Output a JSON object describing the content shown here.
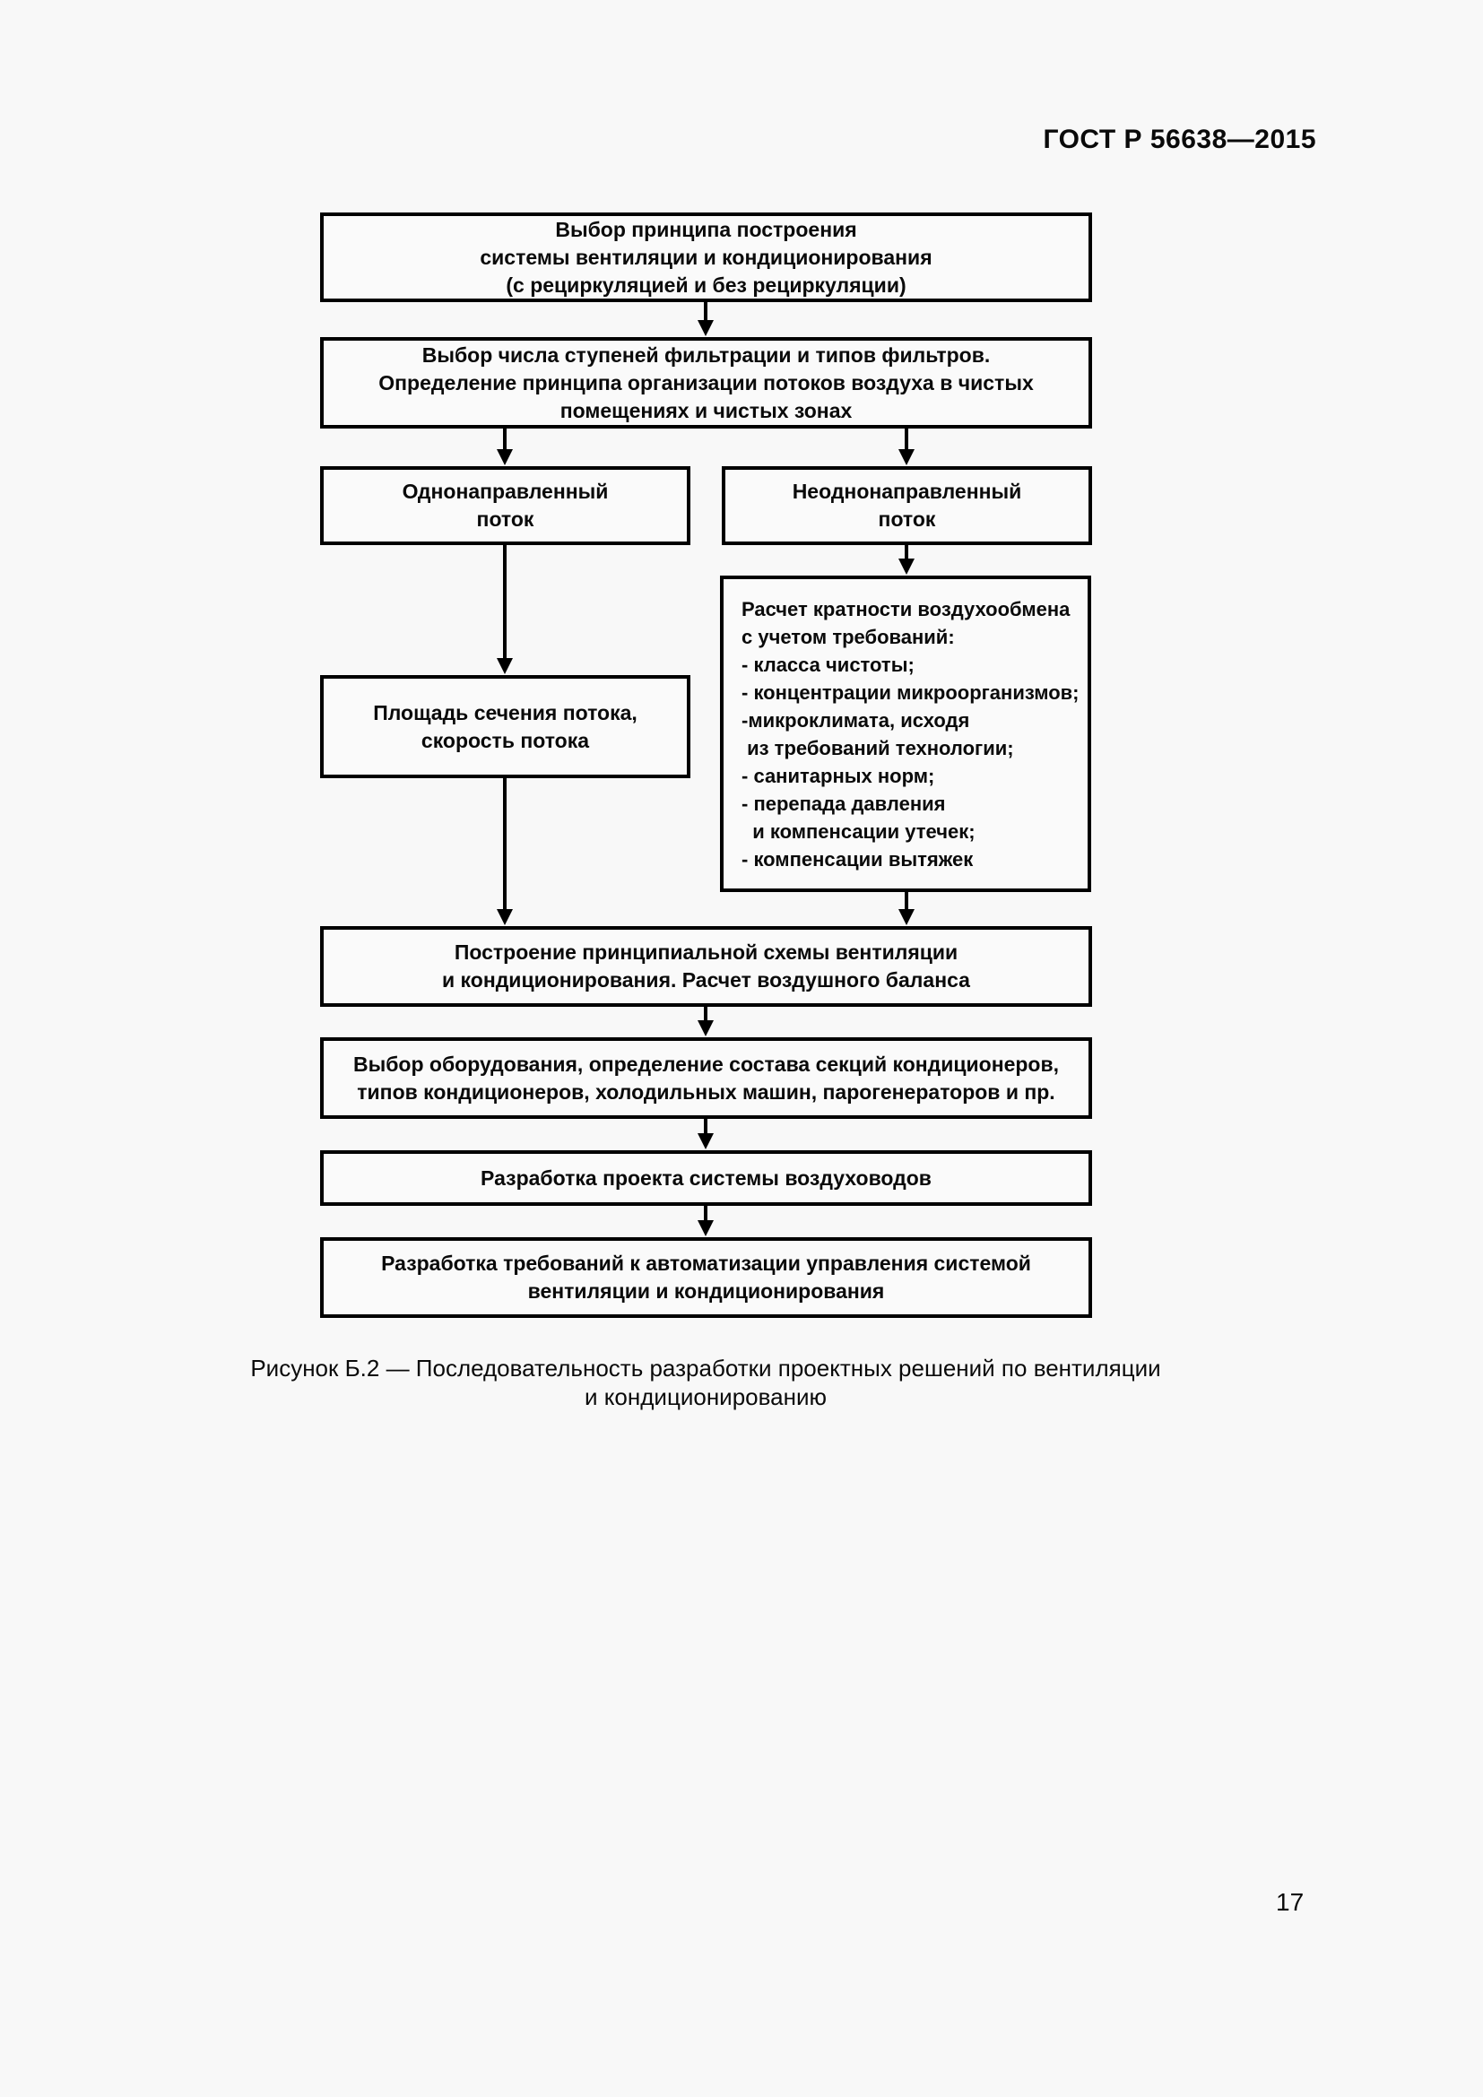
{
  "page": {
    "header": "ГОСТ Р 56638—2015",
    "page_number": "17",
    "figure_caption": "Рисунок Б.2 — Последовательность разработки проектных решений по вентиляции\nи кондиционированию"
  },
  "flowchart": {
    "boxes": [
      {
        "text": "Выбор принципа построения\nсистемы вентиляции и кондиционирования\n(с рециркуляцией и без рециркуляции)"
      },
      {
        "text": "Выбор числа ступеней фильтрации и типов фильтров.\nОпределение принципа организации потоков воздуха в чистых\nпомещениях и чистых зонах"
      },
      {
        "text": "Однонаправленный\nпоток"
      },
      {
        "text": "Неоднонаправленный\nпоток"
      },
      {
        "text": "Расчет кратности воздухообмена\nс учетом требований:\n- класса чистоты;\n- концентрации микроорганизмов;\n-микроклимата, исходя\n из требований технологии;\n- санитарных норм;\n- перепада давления\n  и компенсации утечек;\n- компенсации вытяжек"
      },
      {
        "text": "Площадь сечения потока,\nскорость потока"
      },
      {
        "text": "Построение принципиальной схемы вентиляции\nи кондиционирования. Расчет воздушного баланса"
      },
      {
        "text": "Выбор оборудования, определение состава секций кондиционеров,\nтипов кондиционеров, холодильных машин, парогенераторов и пр."
      },
      {
        "text": "Разработка проекта системы воздуховодов"
      },
      {
        "text": "Разработка требований к автоматизации управления системой\nвентиляции и кондиционирования"
      }
    ],
    "connections": [
      {
        "from": 0,
        "to": 1
      },
      {
        "from": 1,
        "to": 2
      },
      {
        "from": 1,
        "to": 3
      },
      {
        "from": 2,
        "to": 5
      },
      {
        "from": 3,
        "to": 4
      },
      {
        "from": 5,
        "to": 6
      },
      {
        "from": 4,
        "to": 6
      },
      {
        "from": 6,
        "to": 7
      },
      {
        "from": 7,
        "to": 8
      },
      {
        "from": 8,
        "to": 9
      }
    ]
  }
}
